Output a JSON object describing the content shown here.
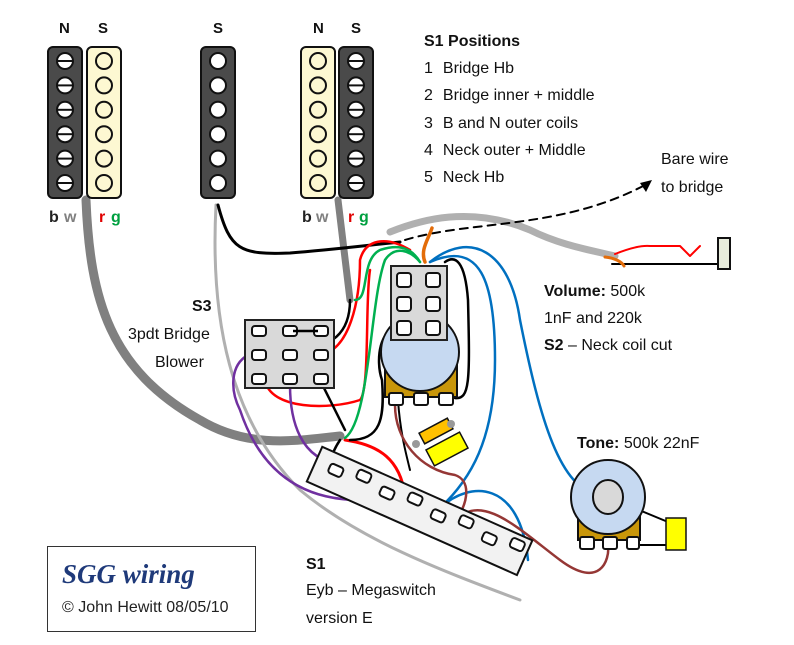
{
  "title_box": {
    "title": "SGG wiring",
    "copyright": "© John Hewitt 08/05/10"
  },
  "pickups": {
    "neck_humbucker": {
      "left_label": "N",
      "right_label": "S",
      "wire_labels": [
        "b",
        "w",
        "r",
        "g"
      ]
    },
    "middle_single": {
      "label": "S"
    },
    "bridge_humbucker": {
      "left_label": "N",
      "right_label": "S",
      "wire_labels": [
        "b",
        "w",
        "r",
        "g"
      ]
    }
  },
  "s1_positions": {
    "heading": "S1 Positions",
    "items": [
      {
        "num": "1",
        "text": "Bridge Hb"
      },
      {
        "num": "2",
        "text": "Bridge inner + middle"
      },
      {
        "num": "3",
        "text": "B and N outer coils"
      },
      {
        "num": "4",
        "text": "Neck outer + Middle"
      },
      {
        "num": "5",
        "text": "Neck Hb"
      }
    ]
  },
  "bare_wire": {
    "line1": "Bare wire",
    "line2": "to bridge"
  },
  "volume": {
    "label": "Volume:",
    "value": "500k",
    "line2": "1nF and 220k",
    "s2_label": "S2",
    "s2_text": "– Neck coil cut"
  },
  "tone": {
    "label": "Tone:",
    "value": "500k  22nF"
  },
  "s3": {
    "name": "S3",
    "line1": "3pdt Bridge",
    "line2": "Blower"
  },
  "s1": {
    "name": "S1",
    "line1": "Eyb – Megaswitch",
    "line2": "version E"
  },
  "colors": {
    "pickup_dark": "#4a4a4a",
    "pickup_cream": "#fdf8d2",
    "pot_blue": "#c6d9f1",
    "pot_body": "#c8960a",
    "cap_orange": "#ffc000",
    "cap_yellow": "#ffff00",
    "wire_red": "#ff0000",
    "wire_green": "#00b050",
    "wire_blue": "#0070c0",
    "wire_purple": "#7030a0",
    "wire_brown": "#953735",
    "wire_gray": "#808080",
    "wire_lightgray": "#b0b0b0",
    "wire_orange": "#e36c09",
    "title_blue": "#1f3a7a"
  }
}
